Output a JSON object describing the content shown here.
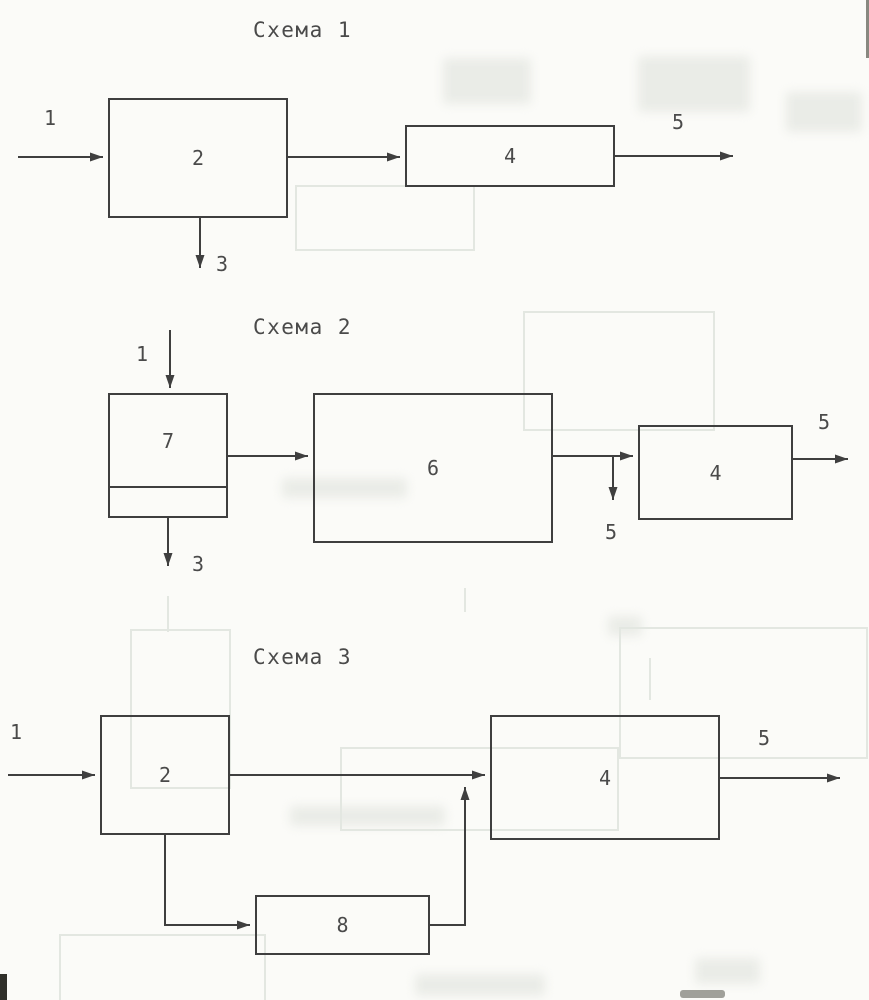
{
  "page": {
    "background": "#fbfbf8",
    "ink": "#3f3f3f",
    "text_color": "#4a4a4a",
    "ghost_color": "#e3e7e1"
  },
  "scheme1": {
    "title": "Схема 1",
    "box2_label": "2",
    "box4_label": "4",
    "stream_in": "1",
    "stream_bottom": "3",
    "stream_out": "5"
  },
  "scheme2": {
    "title": "Схема 2",
    "box7_label": "7",
    "box6_label": "6",
    "box4_label": "4",
    "stream_in": "1",
    "stream_bottom": "3",
    "stream_branch": "5",
    "stream_out": "5"
  },
  "scheme3": {
    "title": "Схема 3",
    "box2_label": "2",
    "box4_label": "4",
    "box8_label": "8",
    "stream_in": "1",
    "stream_out": "5"
  }
}
